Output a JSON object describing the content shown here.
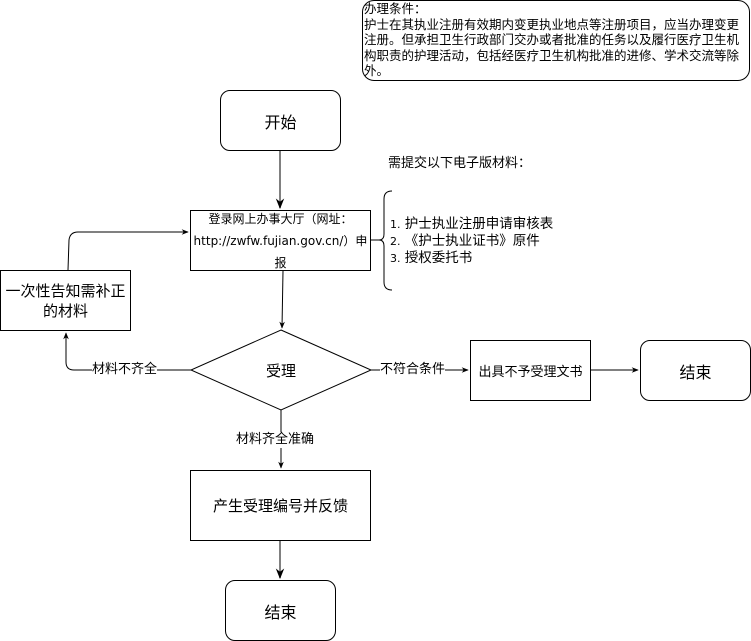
{
  "conditions": {
    "title": "办理条件：",
    "body": "护士在其执业注册有效期内变更执业地点等注册项目，应当办理变更注册。但承担卫生行政部门交办或者批准的任务以及履行医疗卫生机构职责的护理活动，包括经医疗卫生机构批准的进修、学术交流等除外。"
  },
  "nodes": {
    "start": "开始",
    "login_line1": "登录网上办事大厅（网址：",
    "login_line2": "http://zwfw.fujian.gov.cn/）申报",
    "notice_line1": "一次性告知需补正",
    "notice_line2": "的材料",
    "decision": "受理",
    "reject": "出具不予受理文书",
    "end_right": "结束",
    "produce": "产生受理编号并反馈",
    "end_bottom": "结束"
  },
  "materials": {
    "title": "需提交以下电子版材料：",
    "items": [
      {
        "num": "1.",
        "text": "护士执业注册申请审核表"
      },
      {
        "num": "2.",
        "text": "《护士执业证书》原件"
      },
      {
        "num": "3.",
        "text": "授权委托书"
      }
    ]
  },
  "edge_labels": {
    "incomplete": "材料不齐全",
    "not_qualified": "不符合条件",
    "complete": "材料齐全准确"
  }
}
